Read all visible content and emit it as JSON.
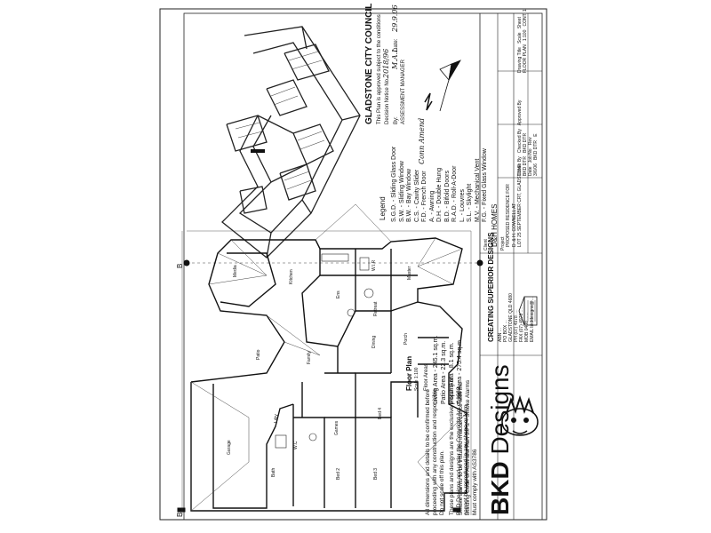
{
  "council": {
    "name": "GLADSTONE CITY COUNCIL",
    "line1": "This Plan is approved subject to the conditions",
    "line2": "Decision Notice No.",
    "number": "2018/96",
    "by_label": "By:",
    "signature": "M.A.L",
    "date_label": "Date:",
    "date": "29.9.06",
    "role": "ASSESSMENT MANAGER"
  },
  "stamp_note": "Conn Amend",
  "legend": {
    "title": "Legend",
    "items": [
      "S.G.D. - Sliding Glass Door",
      "S.W. - Sliding Window",
      "B.W. - Bay Window",
      "C.S. - Cavity Slider",
      "F.D. - French Door",
      "A. - Awning",
      "D.H. - Double Hung",
      "B.D. - Bifold Doors",
      "R.A.D. - Roll-A-Door",
      "L. - Louvres",
      "S.L. - Skylight",
      "M.V. - Mechanical Vent",
      "F.G. - Fixed Glass Window"
    ]
  },
  "rooms": {
    "media": "Media",
    "kitchen": "Kitchen",
    "ens": "Ens",
    "wir": "W.I.R",
    "master": "Master",
    "retreat": "Retreat",
    "patio": "Patio",
    "family": "Family",
    "dining": "Dining",
    "porch": "Porch",
    "games": "Games",
    "bed4": "Bed 4",
    "bed2": "Bed 2",
    "bed3": "Bed 3",
    "bath": "Bath",
    "wc": "W.C",
    "ldry": "Ldry",
    "garage": "Garage"
  },
  "floor_plan": {
    "title": "Floor Plan",
    "scale": "Scale 1:100",
    "areas_title": "Floor Areas",
    "areas": [
      "Living Area - 245.1 sq.m.",
      "Patio Area - 22.3 sq.m.",
      "Porch Area - 8.1 sq.m.",
      "Total Area - 275.4 sq.m."
    ]
  },
  "notes": {
    "dimensions": [
      "All dimensions and details to be confirmed before",
      "proceeding with any construction and responsible",
      "Do not scale off this plan."
    ],
    "copyright": [
      "These plans and designs are the exclusive property of",
      "BKD Designs and under the Copyright Act of 1968",
      "cannot be reproduced in any shape or form"
    ],
    "smoke": [
      "Smoke alarms to be installed in accordance with the",
      "Building Code of Australia Part 3.7.2 - Smoke Alarms",
      "Must comply with AS3786"
    ]
  },
  "company": {
    "name": "CREATING SUPERIOR DESIGNS",
    "logo": "BKD",
    "logo_sub": "Designs",
    "contact": [
      "ABN ...",
      "PO BOX ...",
      "GLADSTONE QLD 4680",
      "PH  (07) 4978 ....",
      "FAX (07) 4978 ....",
      "MOB 0408 ......",
      "EMAIL bkddesigns@..."
    ]
  },
  "client": {
    "label": "Client",
    "name": "D&H HOMES",
    "project_label": "Project",
    "project": [
      "PROPOSED RESIDENCE FOR",
      "D. & H. COWNELL AT",
      "LOT 25 SEPTEMBER CRT, GLADSTONE"
    ]
  },
  "title_block": {
    "headers": [
      "Drawing Title",
      "Scale",
      "Sheet"
    ],
    "row1": [
      "FLOOR PLAN",
      "1:100",
      "CONT. 1"
    ],
    "headers2": [
      "Drawn By",
      "Checked By",
      "Approved By"
    ],
    "row2": [
      "BKD DTR",
      "BKD DTR",
      ""
    ],
    "headers3": [
      "Date",
      "Job No",
      "Rev"
    ],
    "row3": [
      "3/6/06",
      "BKD DTR",
      "E"
    ]
  },
  "markers": {
    "section": "B"
  }
}
